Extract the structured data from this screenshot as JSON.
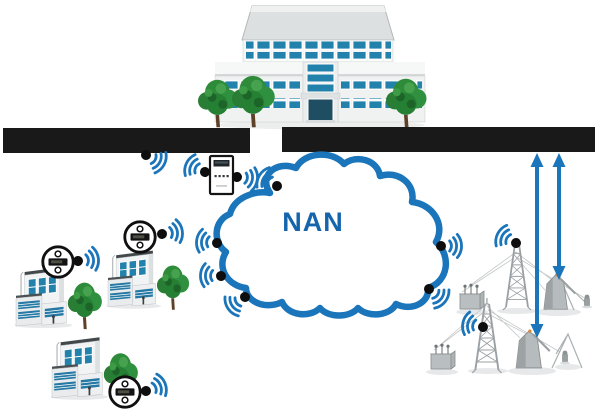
{
  "cloud": {
    "label": "NAN"
  },
  "colors": {
    "accent_blue": "#1b75ba",
    "label_blue": "#1565ad",
    "backbone_black": "#191919",
    "window_blue": "#2382ab",
    "tree_green": "#2e8b3a",
    "equipment_gray": "#9aa0a3",
    "background": "#ffffff"
  },
  "icons": [
    {
      "name": "hq-building-icon",
      "meaning": "utility headquarters building"
    },
    {
      "name": "backbone-bar",
      "meaning": "black backbone network segment"
    },
    {
      "name": "concentrator-device-icon",
      "meaning": "data concentrator gateway"
    },
    {
      "name": "nan-cloud",
      "meaning": "neighborhood area network cloud"
    },
    {
      "name": "wifi-node-icon",
      "meaning": "wireless access point (dot with signal arcs)"
    },
    {
      "name": "smart-meter-icon",
      "meaning": "smart electricity meter"
    },
    {
      "name": "house-icon",
      "meaning": "customer house with tree"
    },
    {
      "name": "substation-icon",
      "meaning": "distribution substation with lattice tower"
    },
    {
      "name": "double-arrow-icon",
      "meaning": "vertical wired backhaul link"
    }
  ],
  "element_counts": {
    "backbone_bars": 2,
    "houses": 3,
    "smart_meters": 3,
    "wireless_nodes": 14,
    "substations": 2,
    "backhaul_arrows": 2,
    "trees_at_building": 3
  }
}
